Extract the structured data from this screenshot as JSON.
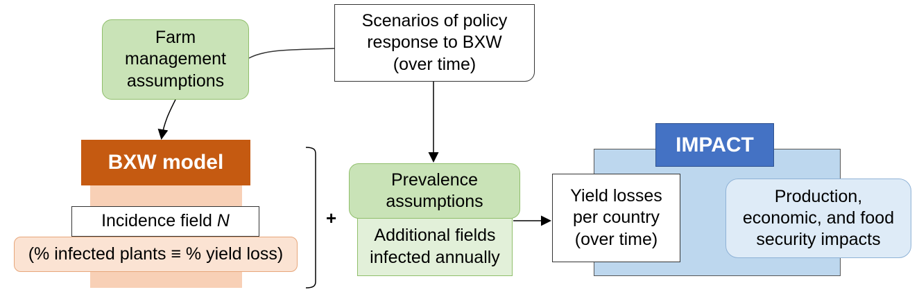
{
  "farm": "Farm\nmanagement\nassumptions",
  "policy": "Scenarios of policy\nresponse to BXW\n(over time)",
  "bxw_model": "BXW model",
  "incidence": {
    "text": "Incidence field ",
    "italic": "N"
  },
  "infected": "(% infected plants ≡ % yield loss)",
  "plus": "+",
  "prevalence": "Prevalence\nassumptions",
  "additional": "Additional fields\ninfected annually",
  "impact": "IMPACT",
  "yield": "Yield losses\nper country\n(over time)",
  "production": "Production,\neconomic, and food\nsecurity impacts",
  "colors": {
    "bxw": "#c55a11",
    "impact": "#4472c4",
    "green": "#c9e3b7",
    "impact_bg": "#bdd7ee"
  }
}
